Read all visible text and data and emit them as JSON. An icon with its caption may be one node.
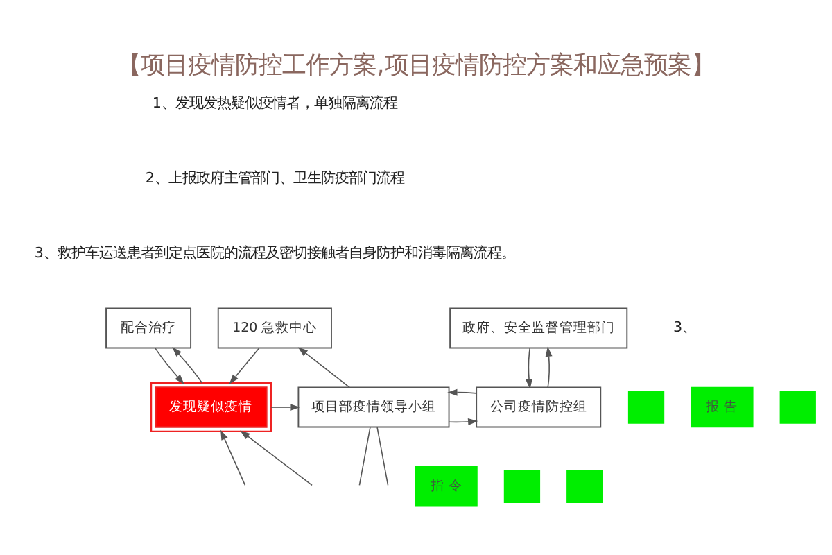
{
  "diagram": {
    "title": "【项目疫情防控工作方案,项目疫情防控方案和应急预案】",
    "nodes": [
      {
        "text": [
          "配合治疗"
        ]
      },
      {
        "text": [
          "120 急救中心"
        ]
      },
      {
        "text": [
          "政府、安全监督管理部门"
        ]
      },
      {
        "text": [
          "发现疑似疫情"
        ]
      },
      {
        "text": [
          "项目部疫情领导小组"
        ]
      },
      {
        "text": [],
        "shape": "box"
      },
      {
        "text": [
          "公司疫情防控组"
        ]
      },
      {
        "text": [
          "报 告"
        ]
      },
      {
        "text": [],
        "shape": "box"
      },
      {
        "text": [
          "指 令"
        ]
      },
      {
        "text": [],
        "shape": "box"
      },
      {
        "text": [],
        "shape": "box"
      }
    ],
    "edges": [
      {
        "from": 3,
        "to": 0,
        "arrow": "to"
      },
      {
        "from": 0,
        "to": 3,
        "arrow": "to"
      },
      {
        "from": 1,
        "to": 3,
        "arrow": "to"
      },
      {
        "from": 4,
        "to": 1,
        "arrow": "to"
      },
      {
        "from": 3,
        "to": 4,
        "arrow": "to"
      },
      {
        "from": 4,
        "to": 6,
        "arrow": "to"
      },
      {
        "from": 6,
        "to": 4,
        "arrow": "to"
      },
      {
        "from": 6,
        "to": 2,
        "arrow": "to"
      },
      {
        "from": 2,
        "to": 6,
        "arrow": "to"
      },
      {
        "from": null,
        "to": 3,
        "arrow": "to"
      },
      {
        "from": null,
        "to": 3,
        "arrow": "to"
      },
      {
        "from": 4,
        "to": null,
        "arrow": "none"
      },
      {
        "from": 4,
        "to": null,
        "arrow": "none"
      }
    ],
    "labels": [
      "1、发现发热疑似疫情者，单独隔离流程",
      "2、上报政府主管部门、卫生防疫部门流程",
      "3、救护车运送患者到定点医院的流程及密切接触者自身防护和消毒隔离流程。",
      "3、"
    ]
  }
}
